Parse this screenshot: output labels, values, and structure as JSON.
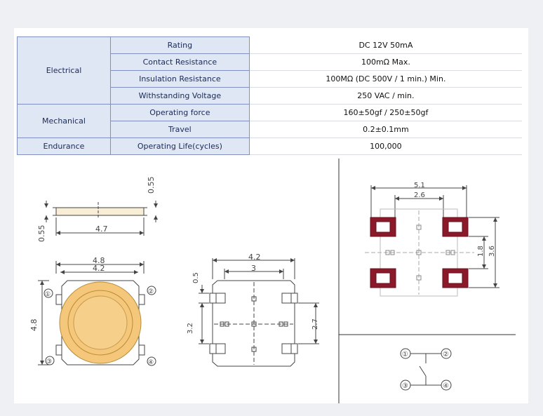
{
  "spec_table": {
    "groups": {
      "electrical": "Electrical",
      "mechanical": "Mechanical",
      "endurance": "Endurance"
    },
    "rows": [
      {
        "param": "Rating",
        "value": "DC 12V 50mA"
      },
      {
        "param": "Contact Resistance",
        "value": "100mΩ Max."
      },
      {
        "param": "Insulation Resistance",
        "value": "100MΩ (DC 500V / 1 min.) Min."
      },
      {
        "param": "Withstanding Voltage",
        "value": "250 VAC /  min."
      },
      {
        "param": "Operating force",
        "value": "160±50gf / 250±50gf"
      },
      {
        "param": "Travel",
        "value": "0.2±0.1mm"
      },
      {
        "param": "Operating Life(cycles)",
        "value": "100,000"
      }
    ]
  },
  "drawing": {
    "side_view": {
      "height_top": "0.55",
      "height_left": "0.55",
      "length": "4.7"
    },
    "top_view": {
      "outer_width": "4.8",
      "inner_width": "4.2",
      "height": "4.8",
      "pins": [
        "①",
        "②",
        "③",
        "④"
      ]
    },
    "bottom_view": {
      "outer_width": "4.2",
      "inner_width": "3",
      "tab_height": "0.5",
      "height_left": "3.2",
      "height_right": "2.7"
    },
    "footprint": {
      "outer_width": "5.1",
      "inner_width": "2.6",
      "gap": "1.8",
      "height": "3.6"
    },
    "schematic": {
      "pins": [
        "①",
        "②",
        "③",
        "④"
      ]
    }
  },
  "colors": {
    "header_fill": "#dfe7f5",
    "header_border": "#7f8fbf",
    "cap_color": "#f4c77a",
    "pad_color": "#8a1a2a"
  }
}
